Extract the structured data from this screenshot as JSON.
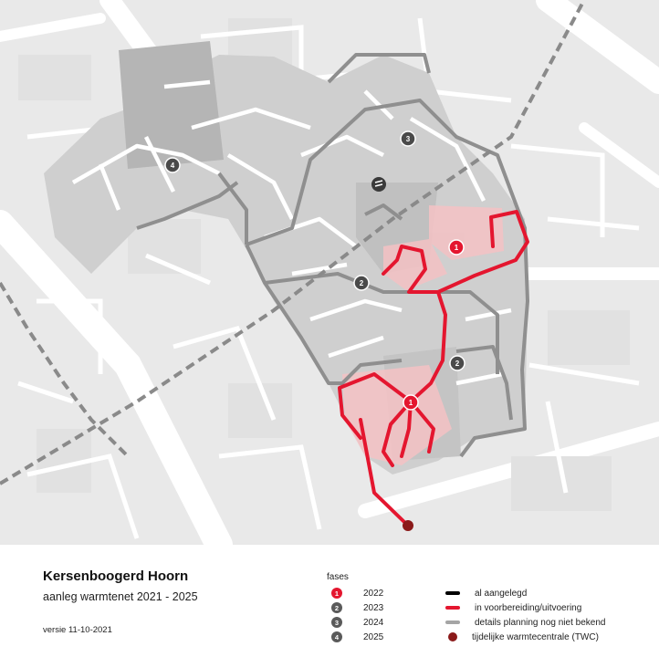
{
  "legend": {
    "title": "Kersenboogerd Hoorn",
    "subtitle": "aanleg warmtenet 2021 - 2025",
    "version": "versie 11-10-2021",
    "fases_title": "fases",
    "phases": [
      {
        "number": "1",
        "year": "2022",
        "color": "#e4162f"
      },
      {
        "number": "2",
        "year": "2023",
        "color": "#5a5a5a"
      },
      {
        "number": "3",
        "year": "2024",
        "color": "#5a5a5a"
      },
      {
        "number": "4",
        "year": "2025",
        "color": "#5a5a5a"
      }
    ],
    "lines": [
      {
        "label": "al aangelegd",
        "color": "#000000",
        "kind": "line"
      },
      {
        "label": "in voorbereiding/uitvoering",
        "color": "#e4162f",
        "kind": "line"
      },
      {
        "label": "details planning nog niet bekend",
        "color": "#a5a5a5",
        "kind": "line"
      },
      {
        "label": "tijdelijke warmtecentrale (TWC)",
        "color": "#8b1a1a",
        "kind": "dot"
      }
    ]
  },
  "map": {
    "phase_markers": [
      {
        "number": "1"
      },
      {
        "number": "1"
      },
      {
        "number": "2"
      },
      {
        "number": "2"
      },
      {
        "number": "3"
      },
      {
        "number": "4"
      }
    ],
    "colors": {
      "background": "#e9e9e9",
      "road": "#ffffff",
      "neighbourhood": "#c2c2c2",
      "grey_route": "#8f8f8f",
      "red_route": "#e4162f",
      "red_area": "#f4c2c4",
      "railway": "#8a8a8a",
      "twc": "#8b1a1a"
    },
    "icons": [
      "train-station-icon"
    ]
  }
}
